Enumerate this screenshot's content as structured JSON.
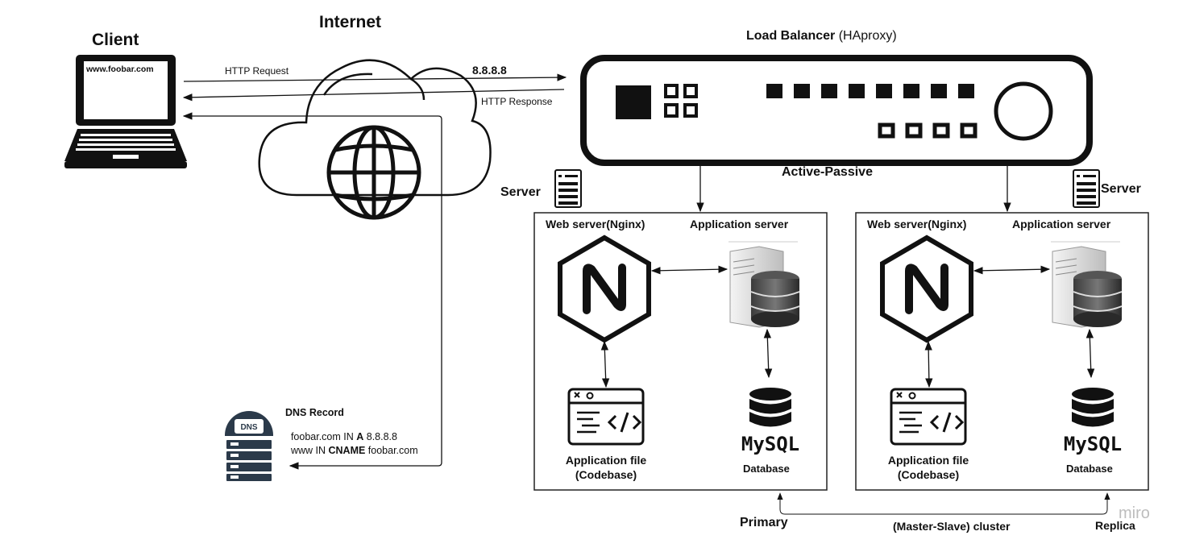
{
  "client": {
    "title": "Client",
    "screen_text": "www.foobar.com"
  },
  "internet": {
    "title": "Internet"
  },
  "links": {
    "http_request": "HTTP Request",
    "http_response": "HTTP Response",
    "ip": "8.8.8.8"
  },
  "load_balancer": {
    "title": "Load Balancer",
    "subtitle": "(HAproxy)",
    "mode": "Active-Passive"
  },
  "dns": {
    "title": "DNS Record",
    "badge": "DNS",
    "a_prefix": "foobar.com IN ",
    "a_type": "A",
    "a_value": " 8.8.8.8",
    "cname_prefix": "www IN ",
    "cname_type": "CNAME",
    "cname_value": " foobar.com"
  },
  "servers": [
    {
      "label": "Server",
      "web_server": "Web server(Nginx)",
      "app_server": "Application server",
      "app_file": "Application file",
      "codebase": "(Codebase)",
      "db_logo": "MySQL",
      "database": "Database"
    },
    {
      "label": "Server",
      "web_server": "Web server(Nginx)",
      "app_server": "Application server",
      "app_file": "Application file",
      "codebase": "(Codebase)",
      "db_logo": "MySQL",
      "database": "Database"
    }
  ],
  "cluster": {
    "primary": "Primary",
    "replica": "Replica",
    "label": "(Master-Slave) cluster"
  },
  "watermark": "miro",
  "colors": {
    "line": "#111111",
    "icon_dark": "#2b3a4a",
    "accent_gray": "#9a9a9a"
  }
}
